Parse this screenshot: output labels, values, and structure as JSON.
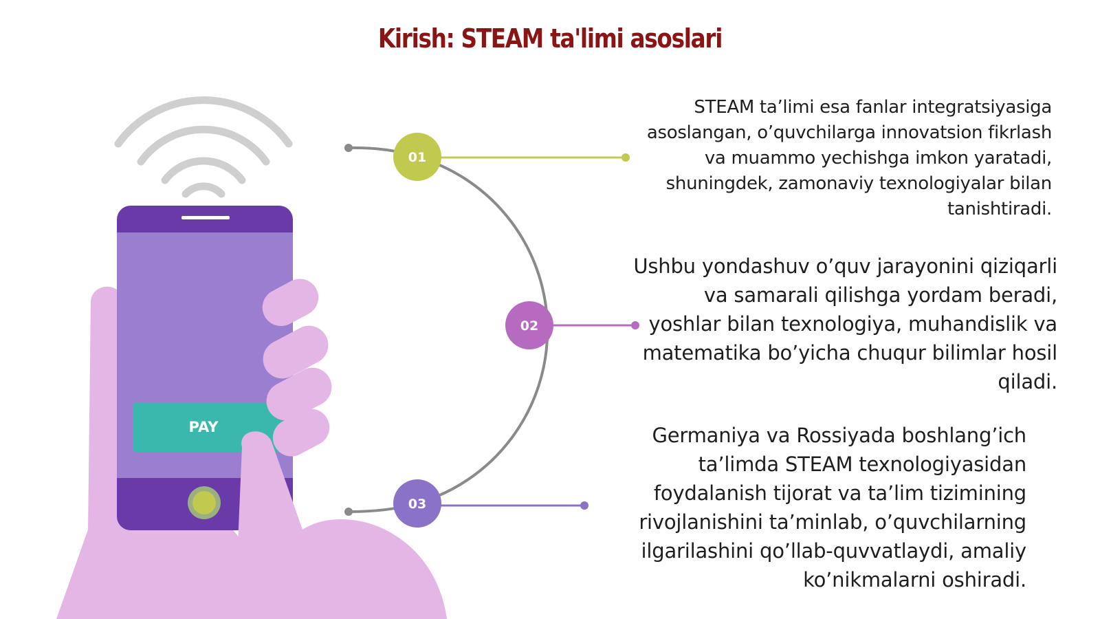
{
  "slide": {
    "title": "Kirish: STEAM ta'limi asoslari",
    "phone_button_label": "PAY",
    "steps": [
      {
        "number": "01",
        "color": "#c2c94f",
        "text": "STEAM ta’limi esa fanlar integratsiyasiga asoslangan, o’quvchilarga innovatsion fikrlash va muammo yechishga imkon yaratadi, shuningdek, zamonaviy texnologiyalar bilan tanishtiradi."
      },
      {
        "number": "02",
        "color": "#b66bc1",
        "text": "Ushbu yondashuv o’quv jarayonini qiziqarli va samarali qilishga yordam beradi, yoshlar bilan texnologiya, muhandislik va matematika bo’yicha chuqur bilimlar hosil qiladi."
      },
      {
        "number": "03",
        "color": "#8b72c9",
        "text": "Germaniya va Rossiyada boshlang’ich ta’limda STEAM texnologiyasidan foydalanish tijorat va ta’lim tizimining rivojlanishini ta’minlab, o’quvchilarning ilgarilashini qo’llab-quvvatlaydi, amaliy ko’nikmalarni oshiradi."
      }
    ]
  },
  "colors": {
    "title": "#8b1414",
    "phone_body": "#6a3aa8",
    "phone_screen": "#9a7fd0",
    "pay_button": "#3bb8ae",
    "hand": "#e3b6e6",
    "wifi": "#cfcfcf",
    "arc": "#8a8a8a"
  },
  "icons": [
    "wifi-icon",
    "smartphone-icon",
    "hand-icon"
  ]
}
